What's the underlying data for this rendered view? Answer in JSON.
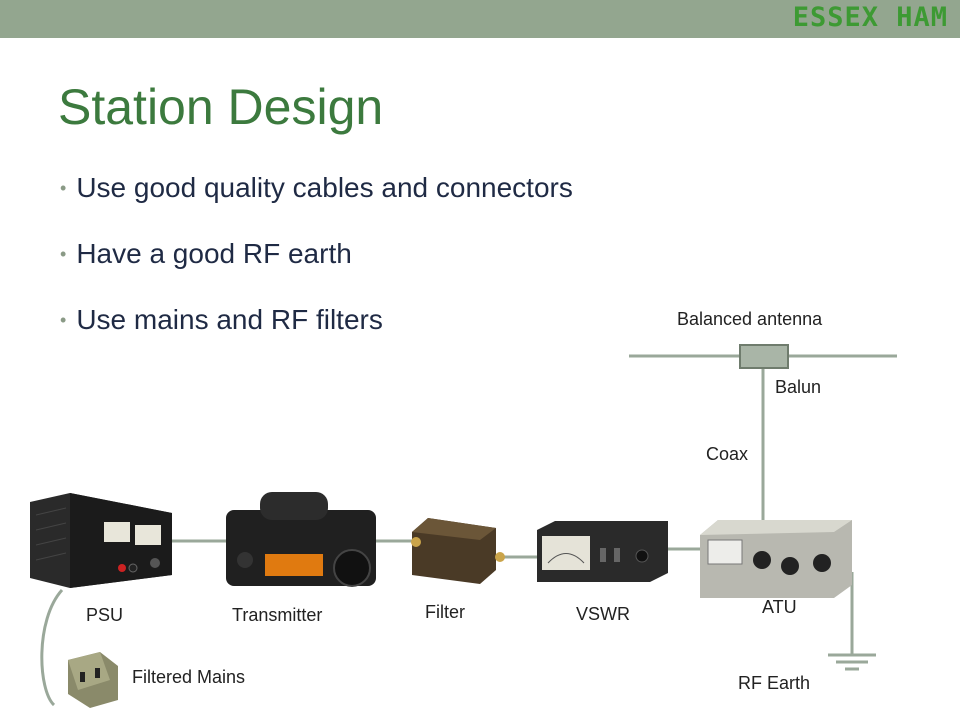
{
  "header": {
    "brand": "ESSEX HAM"
  },
  "slide": {
    "title": "Station Design",
    "bullets": [
      "Use good quality cables and connectors",
      "Have a good RF earth",
      "Use mains and RF filters"
    ]
  },
  "diagram": {
    "labels": {
      "balanced_antenna": "Balanced antenna",
      "balun": "Balun",
      "coax": "Coax",
      "psu": "PSU",
      "transmitter": "Transmitter",
      "filter": "Filter",
      "vswr": "VSWR",
      "atu": "ATU",
      "filtered_mains": "Filtered Mains",
      "rf_earth": "RF Earth"
    }
  },
  "colors": {
    "header_bar": "#93a68f",
    "brand": "#3d9a33",
    "title": "#3c7a3e",
    "text": "#1f2a44",
    "cable": "#9aa89a"
  }
}
